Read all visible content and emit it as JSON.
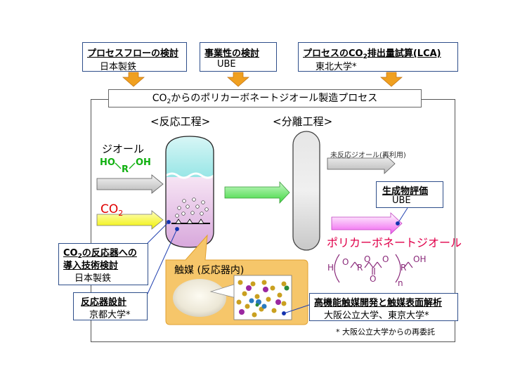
{
  "top_boxes": [
    {
      "title": "プロセスフローの検討",
      "org": "日本製鉄"
    },
    {
      "title": "事業性の検討",
      "org": "UBE"
    },
    {
      "title_pre": "プロセスのCO",
      "title_sub": "2",
      "title_post": "排出量試算(LCA)",
      "org": "東北大学*"
    }
  ],
  "process_title": {
    "pre": "CO",
    "sub": "2",
    "post": "からのポリカーボネートジオール製造プロセス"
  },
  "reaction_step": "<反応工程>",
  "separation_step": "<分離工程>",
  "diol_label": "ジオール",
  "diol_formula": {
    "ho": "HO",
    "r": "R",
    "oh": "OH"
  },
  "co2_label": {
    "pre": "CO",
    "sub": "2"
  },
  "unreacted_label": "未反応ジオール(再利用)",
  "product_box": {
    "title": "生成物評価",
    "org": "UBE"
  },
  "product_name": "ポリカーボネートジオール",
  "polymer_formula": {
    "h": "H",
    "o1": "O",
    "r1": "R",
    "o2": "O",
    "o3": "O",
    "o4": "O",
    "r2": "R",
    "oh": "OH",
    "n": "n"
  },
  "intro_box": {
    "line1_pre": "CO",
    "line1_sub": "2",
    "line1_post": "の反応器への",
    "line2": "導入技術検討",
    "org": "日本製鉄"
  },
  "reactor_box": {
    "title": "反応器設計",
    "org": "京都大学*"
  },
  "catalyst_label": "触媒 (反応器内)",
  "catalyst_box": {
    "title": "高機能触媒開発と触媒表面解析",
    "org": "大阪公立大学、東京大学*"
  },
  "footnote": "*  大阪公立大学からの再委託",
  "colors": {
    "box_border": "#2e4e8a",
    "arrow_orange": "#f0a020",
    "green_arrow": "#50dc50",
    "co2_red": "#e00000",
    "diol_green": "#10b010",
    "product_red": "#e0004a",
    "polymer_purple": "#8a2a7a",
    "catalyst_bg": "#f6c66a"
  }
}
